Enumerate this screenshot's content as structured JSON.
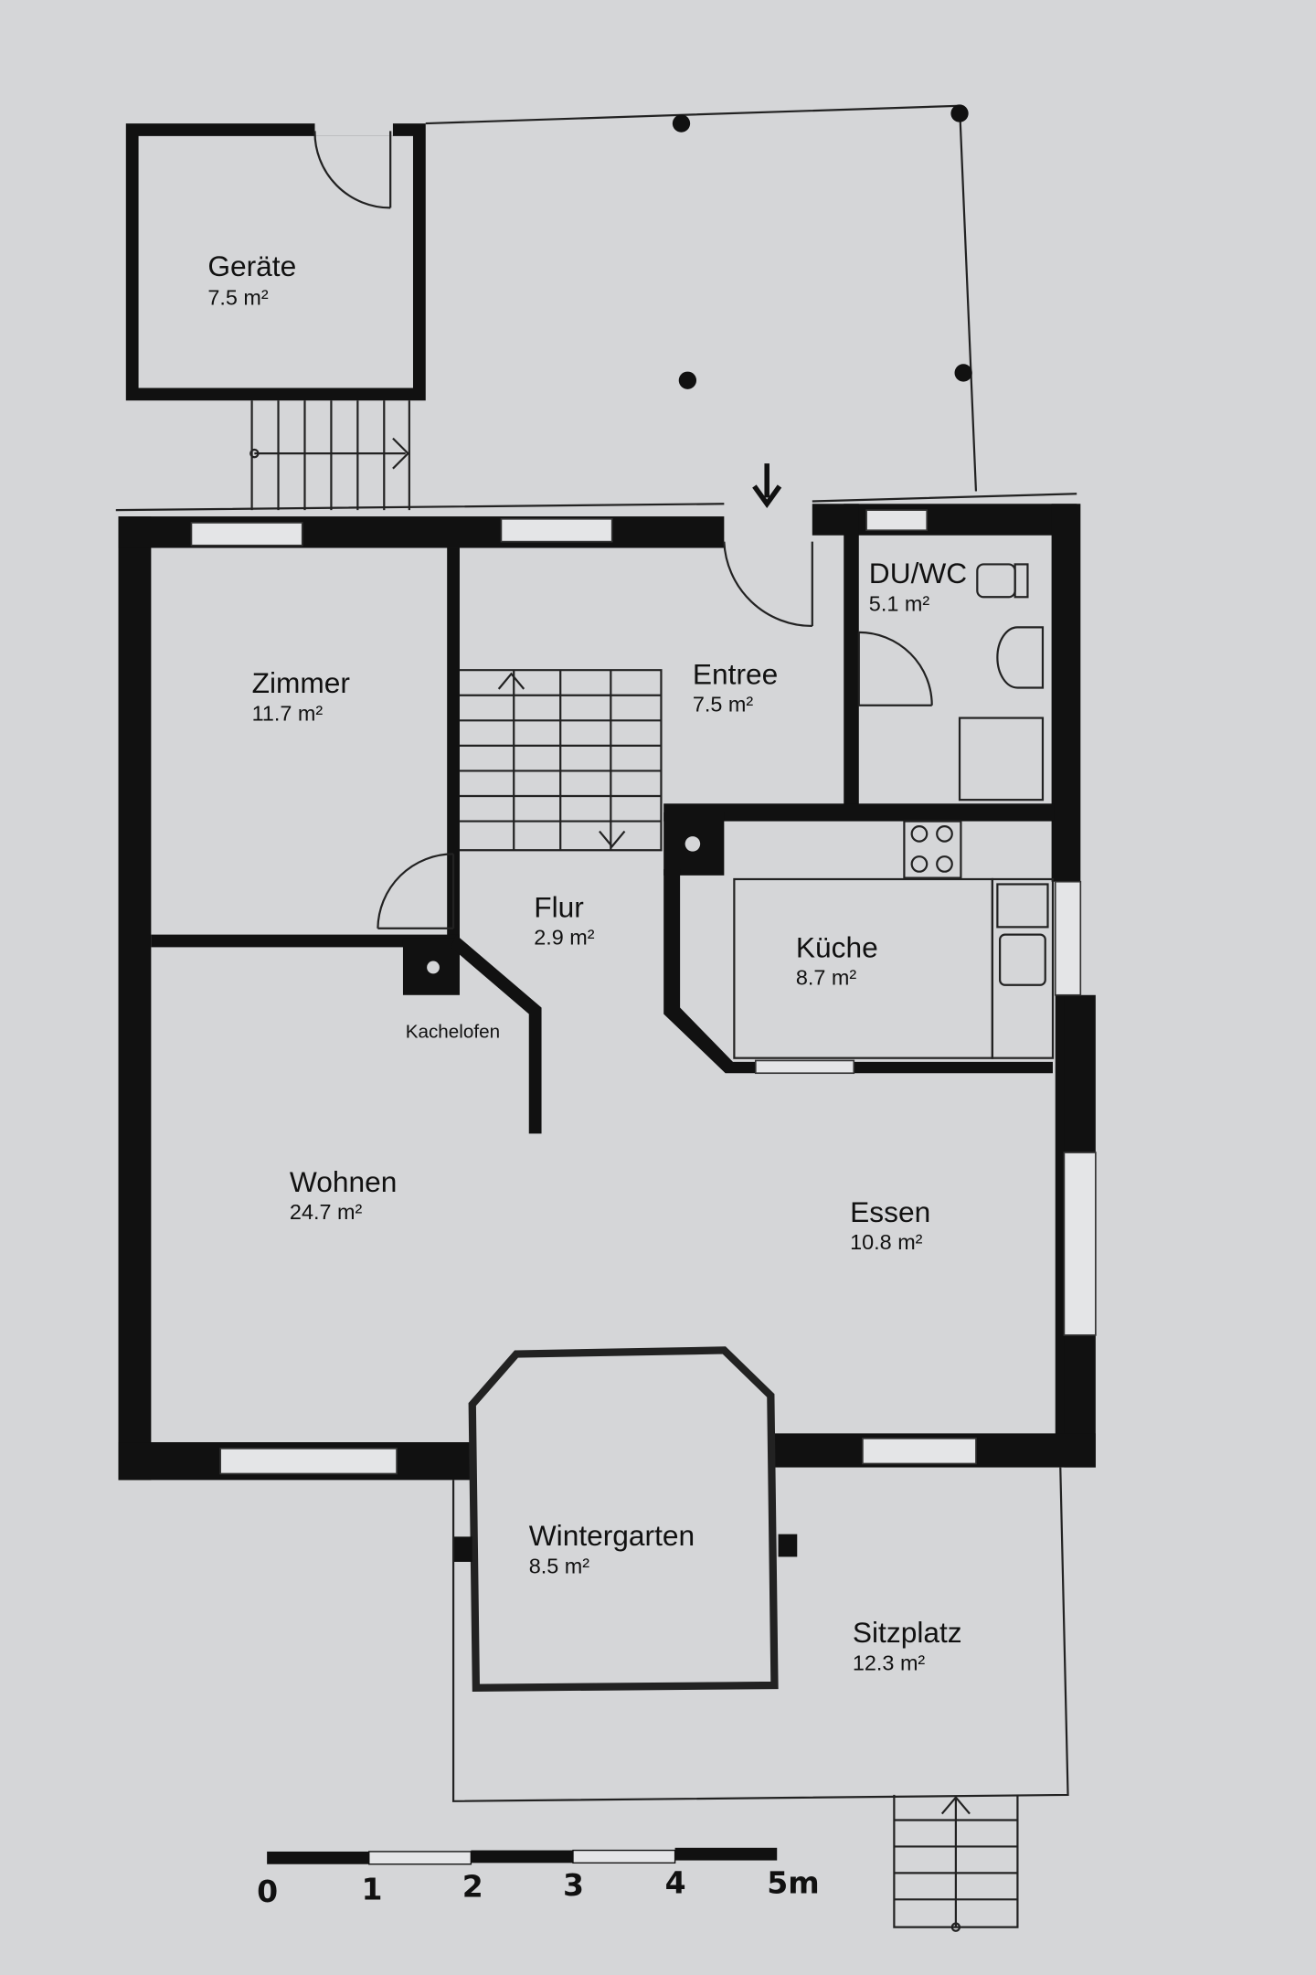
{
  "plan": {
    "rooms": [
      {
        "name": "Geräte",
        "area": "7.5 m²"
      },
      {
        "name": "Zimmer",
        "area": "11.7 m²"
      },
      {
        "name": "Entree",
        "area": "7.5 m²"
      },
      {
        "name": "DU/WC",
        "area": "5.1 m²"
      },
      {
        "name": "Flur",
        "area": "2.9 m²"
      },
      {
        "name": "Küche",
        "area": "8.7 m²"
      },
      {
        "name": "Wohnen",
        "area": "24.7 m²"
      },
      {
        "name": "Essen",
        "area": "10.8 m²"
      },
      {
        "name": "Wintergarten",
        "area": "8.5 m²"
      },
      {
        "name": "Sitzplatz",
        "area": "12.3 m²"
      }
    ],
    "labels": {
      "stove": "Kachelofen"
    },
    "scale_bar": {
      "ticks": [
        "0",
        "1",
        "2",
        "3",
        "4",
        "5m"
      ]
    },
    "colors": {
      "background": "#d5d6d8",
      "walls": "#111111"
    }
  }
}
